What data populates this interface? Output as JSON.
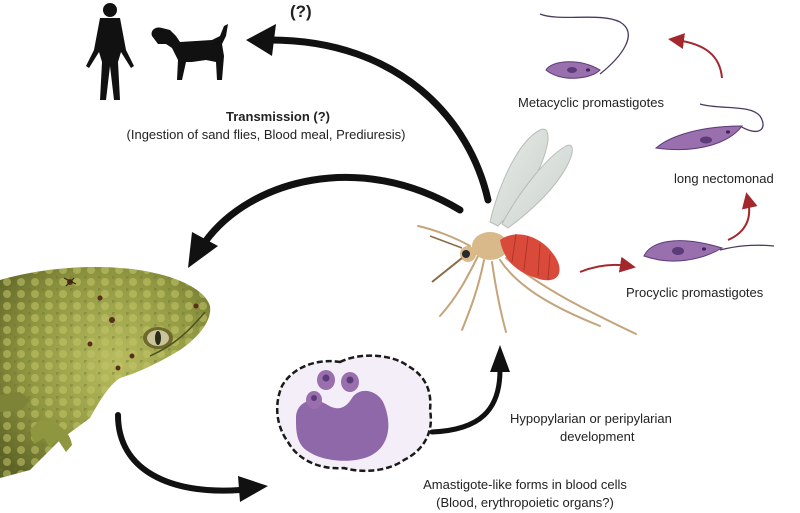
{
  "labels": {
    "question_top": "(?)",
    "transmission_title": "Transmission (?)",
    "transmission_detail": "(Ingestion of sand flies, Blood meal, Prediuresis)",
    "metacyclic": "Metacyclic promastigotes",
    "nectomonad": "long nectomonad",
    "procyclic": "Procyclic promastigotes",
    "development_line1": "Hypopylarian or peripylarian",
    "development_line2": "development",
    "amastigote_line1": "Amastigote-like forms in blood cells",
    "amastigote_line2": "(Blood, erythropoietic organs?)"
  },
  "icons": {
    "human": "human-silhouette-icon",
    "dog": "dog-silhouette-icon",
    "sandfly": "sand-fly-illustration",
    "gecko": "gecko-photo",
    "blood_cell": "infected-blood-cell-illustration"
  },
  "colors": {
    "arrow_black": "#111111",
    "arrow_red": "#a3282d",
    "parasite_purple": "#9a6fae",
    "parasite_dark": "#5b3b78",
    "cell_fill": "#f3eef7",
    "nucleus_fill": "#8e68a8",
    "gecko_green": "#9aa24a",
    "fly_body": "#d9b98a",
    "fly_abdomen": "#d94a3a"
  }
}
